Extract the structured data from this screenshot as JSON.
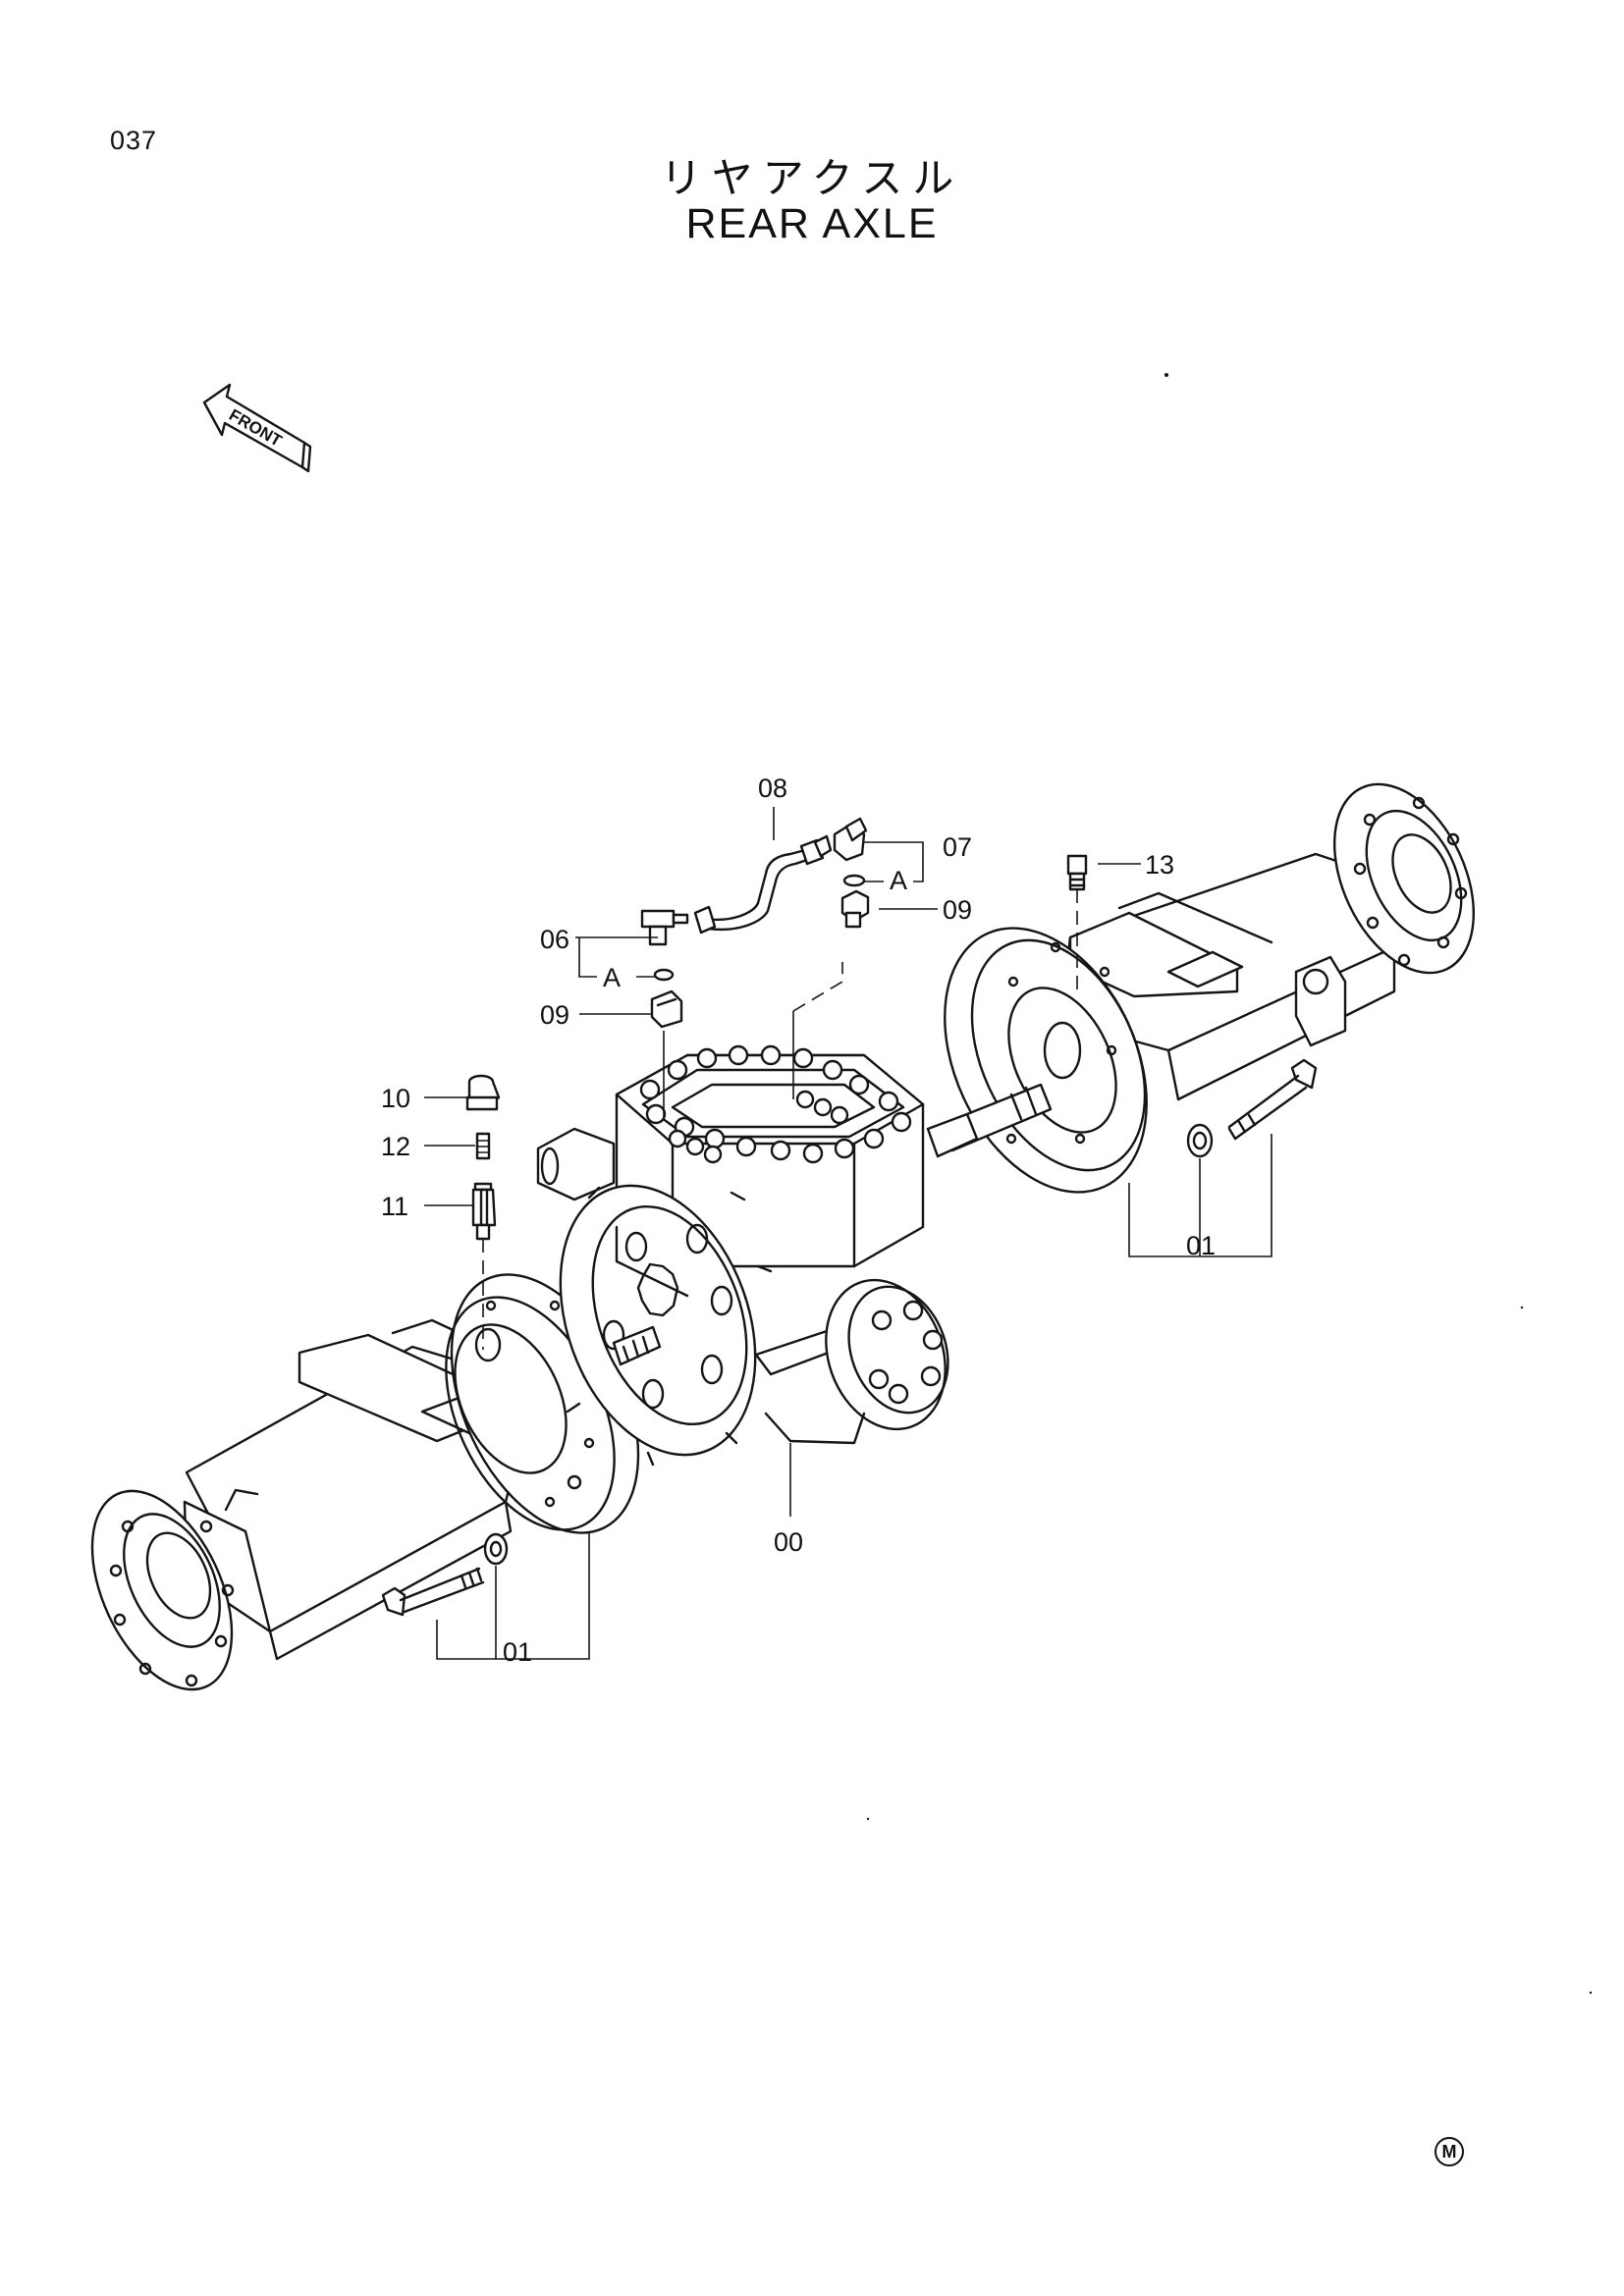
{
  "page_number": "037",
  "title_jp": "リヤアクスル",
  "title_en": "REAR AXLE",
  "front_label": "FRONT",
  "mark": "M",
  "callouts": {
    "c00": "00",
    "c01_left": "01",
    "c01_right": "01",
    "c06": "06",
    "c07": "07",
    "c08": "08",
    "c09_left": "09",
    "c09_right": "09",
    "c10": "10",
    "c11": "11",
    "c12": "12",
    "c13": "13",
    "a_left": "A",
    "a_right": "A"
  }
}
